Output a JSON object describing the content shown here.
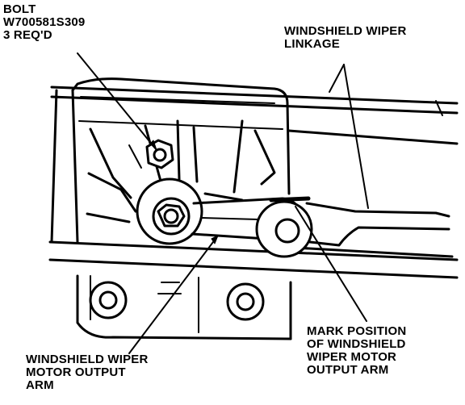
{
  "callouts": {
    "bolt": {
      "lines": [
        "BOLT",
        "W700581S309",
        "3 REQ'D"
      ]
    },
    "linkage": {
      "lines": [
        "WINDSHIELD WIPER",
        "LINKAGE"
      ]
    },
    "mark_position": {
      "lines": [
        "MARK POSITION",
        "OF WINDSHIELD",
        "WIPER MOTOR",
        "OUTPUT ARM"
      ]
    },
    "output_arm": {
      "lines": [
        "WINDSHIELD WIPER",
        "MOTOR OUTPUT",
        "ARM"
      ]
    }
  },
  "colors": {
    "ink": "#000000",
    "paper": "#ffffff"
  }
}
